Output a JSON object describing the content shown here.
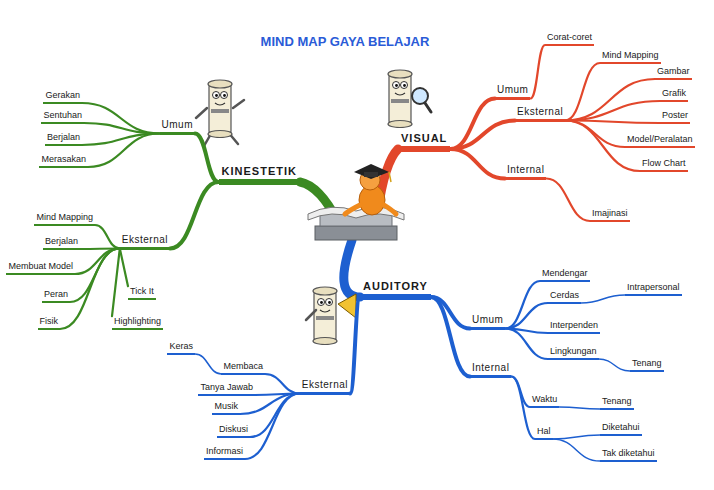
{
  "diagram": {
    "title": "MIND MAP GAYA BELAJAR",
    "nodes": [
      {
        "text": [
          "KINESTETIK"
        ]
      },
      {
        "text": [
          "Umum"
        ]
      },
      {
        "text": [
          "Gerakan"
        ]
      },
      {
        "text": [
          "Sentuhan"
        ]
      },
      {
        "text": [
          "Berjalan"
        ]
      },
      {
        "text": [
          "Merasakan"
        ]
      },
      {
        "text": [
          "Eksternal"
        ]
      },
      {
        "text": [
          "Mind Mapping"
        ]
      },
      {
        "text": [
          "Berjalan"
        ]
      },
      {
        "text": [
          "Membuat Model"
        ]
      },
      {
        "text": [
          "Peran"
        ]
      },
      {
        "text": [
          "Fisik"
        ]
      },
      {
        "text": [
          "Tick It"
        ]
      },
      {
        "text": [
          "Highlighting"
        ]
      },
      {
        "text": [
          "VISUAL"
        ]
      },
      {
        "text": [
          "Umum"
        ]
      },
      {
        "text": [
          "Corat-coret"
        ]
      },
      {
        "text": [
          "Eksternal"
        ]
      },
      {
        "text": [
          "Mind Mapping"
        ]
      },
      {
        "text": [
          "Gambar"
        ]
      },
      {
        "text": [
          "Grafik"
        ]
      },
      {
        "text": [
          "Poster"
        ]
      },
      {
        "text": [
          "Model/Peralatan"
        ]
      },
      {
        "text": [
          "Flow Chart"
        ]
      },
      {
        "text": [
          "Internal"
        ]
      },
      {
        "text": [
          "Imajinasi"
        ]
      },
      {
        "text": [
          "AUDITORY"
        ]
      },
      {
        "text": [
          "Umum"
        ]
      },
      {
        "text": [
          "Mendengar"
        ]
      },
      {
        "text": [
          "Cerdas"
        ]
      },
      {
        "text": [
          "Intrapersonal"
        ]
      },
      {
        "text": [
          "Interpenden"
        ]
      },
      {
        "text": [
          "Lingkungan"
        ]
      },
      {
        "text": [
          "Tenang"
        ]
      },
      {
        "text": [
          "Internal"
        ]
      },
      {
        "text": [
          "Waktu"
        ]
      },
      {
        "text": [
          "Tenang"
        ]
      },
      {
        "text": [
          "Hal"
        ]
      },
      {
        "text": [
          "Diketahui"
        ]
      },
      {
        "text": [
          "Tak diketahui"
        ]
      },
      {
        "text": [
          "Eksternal"
        ]
      },
      {
        "text": [
          "Membaca"
        ]
      },
      {
        "text": [
          "Keras"
        ]
      },
      {
        "text": [
          "Tanya Jawab"
        ]
      },
      {
        "text": [
          "Musik"
        ]
      },
      {
        "text": [
          "Diskusi"
        ]
      },
      {
        "text": [
          "Informasi"
        ]
      }
    ],
    "edges": [
      {
        "from": 0,
        "to": 1,
        "arrow": "none"
      },
      {
        "from": 1,
        "to": 2,
        "arrow": "none"
      },
      {
        "from": 1,
        "to": 3,
        "arrow": "none"
      },
      {
        "from": 1,
        "to": 4,
        "arrow": "none"
      },
      {
        "from": 1,
        "to": 5,
        "arrow": "none"
      },
      {
        "from": 0,
        "to": 6,
        "arrow": "none"
      },
      {
        "from": 6,
        "to": 7,
        "arrow": "none"
      },
      {
        "from": 6,
        "to": 8,
        "arrow": "none"
      },
      {
        "from": 6,
        "to": 9,
        "arrow": "none"
      },
      {
        "from": 6,
        "to": 10,
        "arrow": "none"
      },
      {
        "from": 6,
        "to": 11,
        "arrow": "none"
      },
      {
        "from": 6,
        "to": 12,
        "arrow": "none"
      },
      {
        "from": 6,
        "to": 13,
        "arrow": "none"
      },
      {
        "from": 14,
        "to": 15,
        "arrow": "none"
      },
      {
        "from": 15,
        "to": 16,
        "arrow": "none"
      },
      {
        "from": 14,
        "to": 17,
        "arrow": "none"
      },
      {
        "from": 17,
        "to": 18,
        "arrow": "none"
      },
      {
        "from": 17,
        "to": 19,
        "arrow": "none"
      },
      {
        "from": 17,
        "to": 20,
        "arrow": "none"
      },
      {
        "from": 17,
        "to": 21,
        "arrow": "none"
      },
      {
        "from": 17,
        "to": 22,
        "arrow": "none"
      },
      {
        "from": 17,
        "to": 23,
        "arrow": "none"
      },
      {
        "from": 14,
        "to": 24,
        "arrow": "none"
      },
      {
        "from": 24,
        "to": 25,
        "arrow": "none"
      },
      {
        "from": 26,
        "to": 27,
        "arrow": "none"
      },
      {
        "from": 27,
        "to": 28,
        "arrow": "none"
      },
      {
        "from": 27,
        "to": 29,
        "arrow": "none"
      },
      {
        "from": 29,
        "to": 30,
        "arrow": "none"
      },
      {
        "from": 27,
        "to": 31,
        "arrow": "none"
      },
      {
        "from": 27,
        "to": 32,
        "arrow": "none"
      },
      {
        "from": 32,
        "to": 33,
        "arrow": "none"
      },
      {
        "from": 26,
        "to": 34,
        "arrow": "none"
      },
      {
        "from": 34,
        "to": 35,
        "arrow": "none"
      },
      {
        "from": 35,
        "to": 36,
        "arrow": "none"
      },
      {
        "from": 34,
        "to": 37,
        "arrow": "none"
      },
      {
        "from": 37,
        "to": 38,
        "arrow": "none"
      },
      {
        "from": 37,
        "to": 39,
        "arrow": "none"
      },
      {
        "from": 26,
        "to": 40,
        "arrow": "none"
      },
      {
        "from": 40,
        "to": 41,
        "arrow": "none"
      },
      {
        "from": 41,
        "to": 42,
        "arrow": "none"
      },
      {
        "from": 40,
        "to": 43,
        "arrow": "none"
      },
      {
        "from": 40,
        "to": 44,
        "arrow": "none"
      },
      {
        "from": 40,
        "to": 45,
        "arrow": "none"
      },
      {
        "from": 40,
        "to": 46,
        "arrow": "none"
      }
    ]
  }
}
